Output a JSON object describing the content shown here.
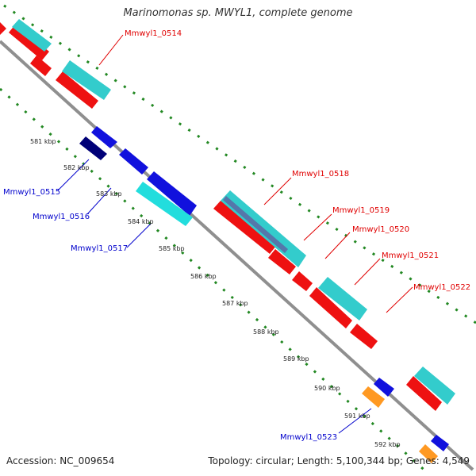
{
  "title": "Marinomonas sp. MWYL1, complete genome",
  "footer": {
    "accession": "Accession: NC_009654",
    "topology": "Topology: circular; Length: 5,100,344 bp; Genes: 4,549"
  },
  "colors": {
    "forward_gene": "#ee1111",
    "reverse_gene": "#1111dd",
    "forward_feature": "#33cccc",
    "reverse_feature": "#22dddd",
    "dark_reverse": "#000077",
    "slate": "#5577aa",
    "orange": "#ff9922",
    "backbone": "#8f8f8f",
    "tick_dots": "#228822",
    "label_forward": "#e00000",
    "label_reverse": "#0000cc"
  },
  "kbp_ticks": [
    "581 kbp",
    "582 kbp",
    "583 kbp",
    "584 kbp",
    "585 kbp",
    "586 kbp",
    "587 kbp",
    "588 kbp",
    "589 kbp",
    "590 kbp",
    "591 kbp",
    "592 kbp"
  ],
  "gene_labels": {
    "Mmwyl1_0514": "Mmwyl1_0514",
    "Mmwyl1_0515": "Mmwyl1_0515",
    "Mmwyl1_0516": "Mmwyl1_0516",
    "Mmwyl1_0517": "Mmwyl1_0517",
    "Mmwyl1_0518": "Mmwyl1_0518",
    "Mmwyl1_0519": "Mmwyl1_0519",
    "Mmwyl1_0520": "Mmwyl1_0520",
    "Mmwyl1_0521": "Mmwyl1_0521",
    "Mmwyl1_0522": "Mmwyl1_0522",
    "Mmwyl1_0523": "Mmwyl1_0523"
  }
}
